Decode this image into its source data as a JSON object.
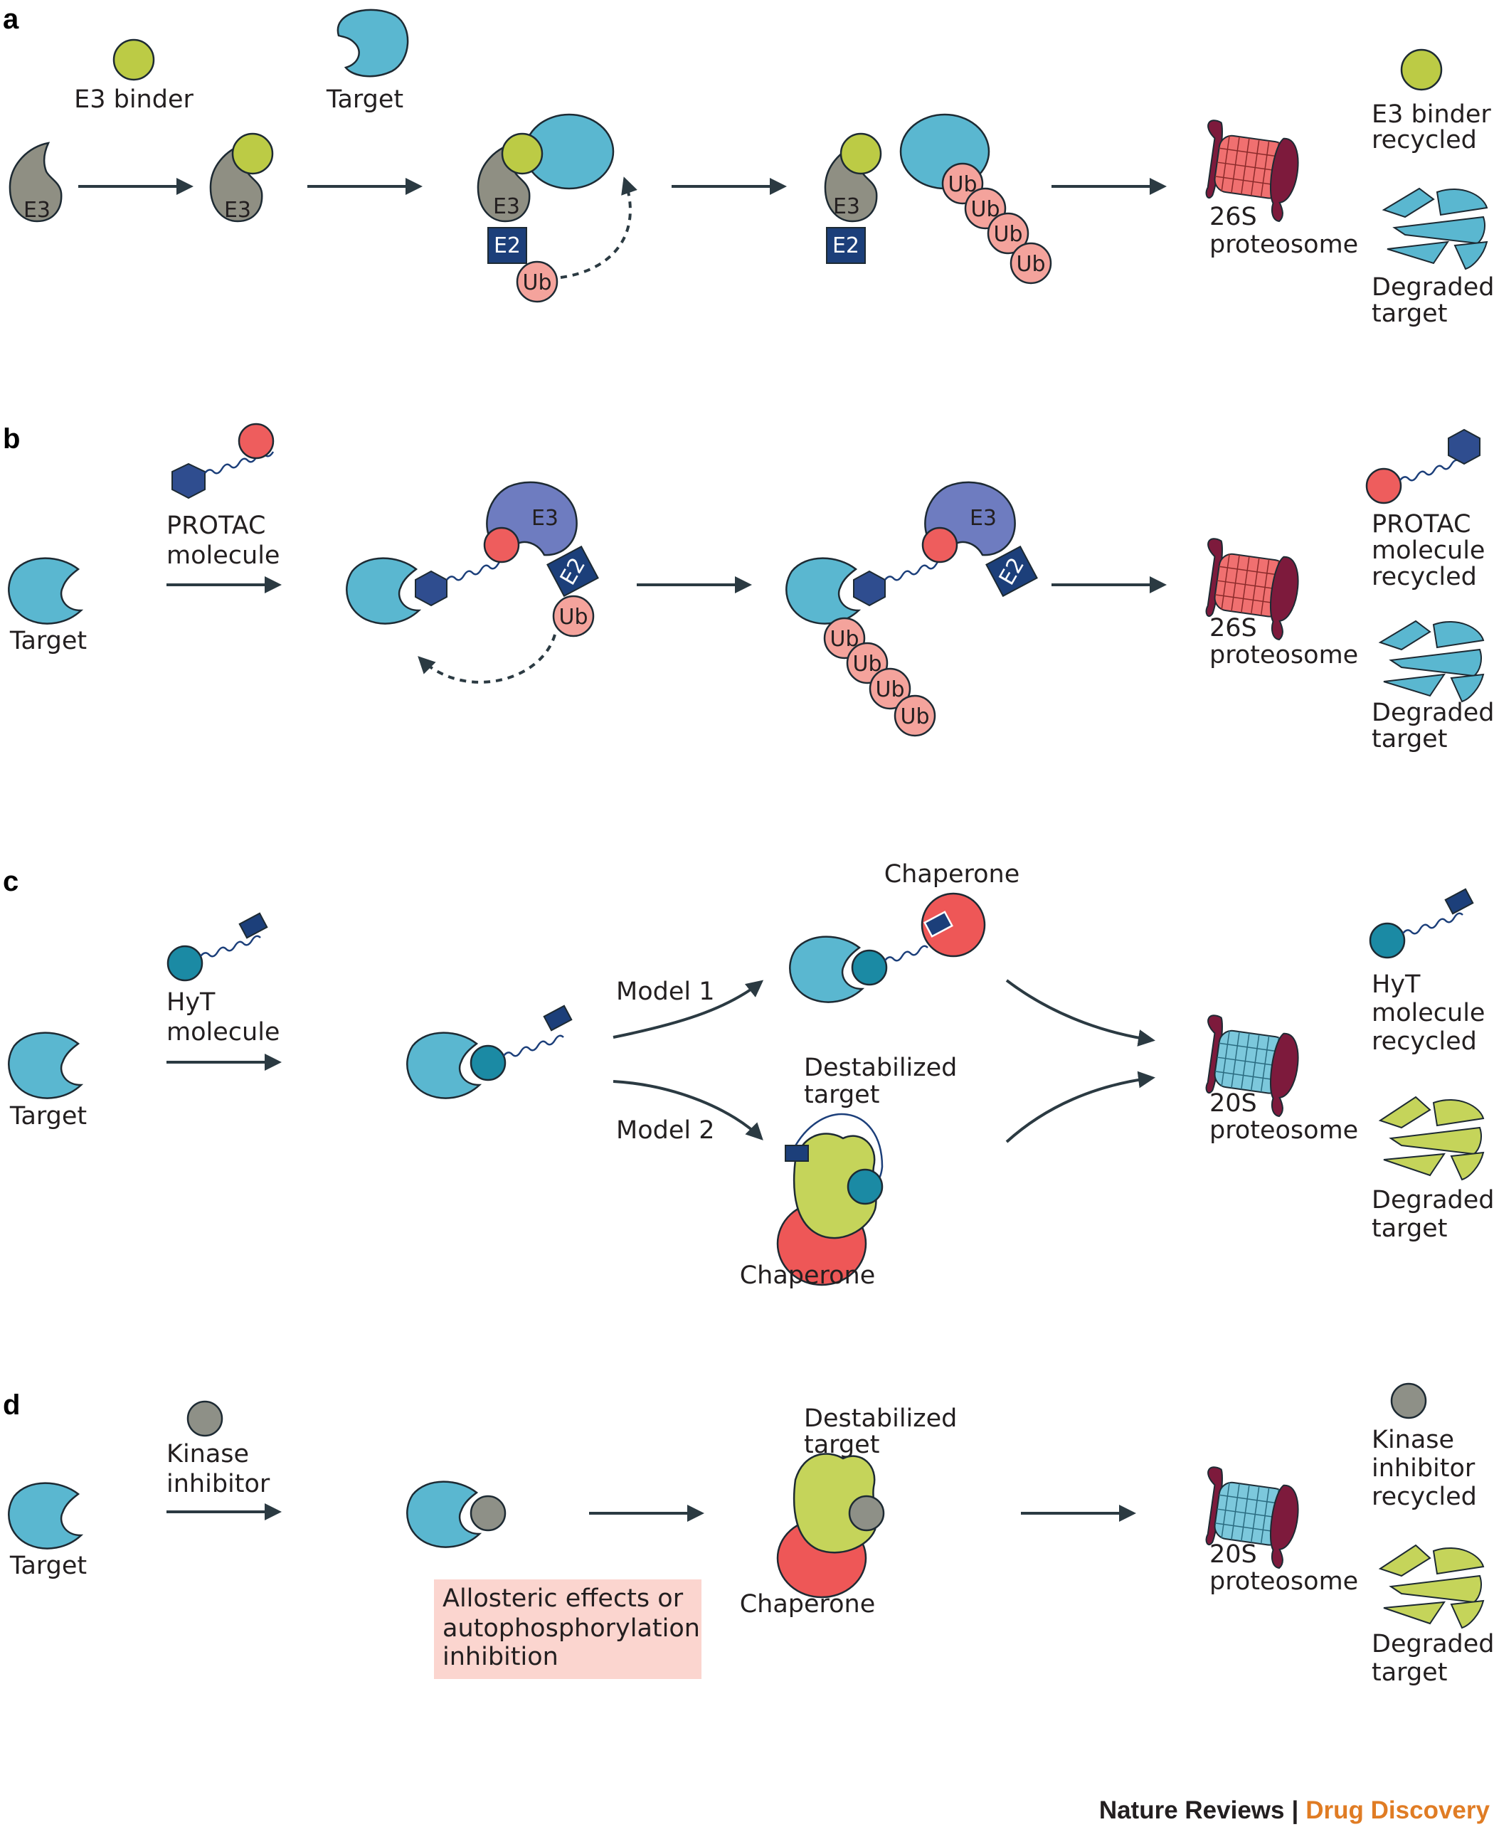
{
  "colors": {
    "target": "#5ab7d0",
    "e3_grey": "#8f8f83",
    "e3_blue": "#6e7cc0",
    "e2": "#1c3f7a",
    "ub": "#f4a39c",
    "e3_binder": "#bccb45",
    "protac_ball": "#ee5d5d",
    "hex": "#2f4d8f",
    "hyt_ball": "#1b8aa4",
    "proteasome_cap": "#7d1a3c",
    "proteasome_26s": "#f07070",
    "proteasome_20s": "#7cc8dc",
    "chaperone": "#ee5757",
    "destabilized": "#c5d45a",
    "inhibitor": "#8e9087",
    "callout_bg": "#fbd5cf",
    "brand_orange": "#e07c24"
  },
  "panels": {
    "a": {
      "letter": "a",
      "e3_binder_label": "E3 binder",
      "target_label": "Target",
      "e3": "E3",
      "e2": "E2",
      "ub": "Ub",
      "proteasome_label_1": "26S",
      "proteasome_label_2": "proteosome",
      "recycled_label_1": "E3 binder",
      "recycled_label_2": "recycled",
      "degraded_label_1": "Degraded",
      "degraded_label_2": "target"
    },
    "b": {
      "letter": "b",
      "target_label": "Target",
      "protac_label_1": "PROTAC",
      "protac_label_2": "molecule",
      "e3": "E3",
      "e2": "E2",
      "ub": "Ub",
      "proteasome_label_1": "26S",
      "proteasome_label_2": "proteosome",
      "recycled_label_1": "PROTAC",
      "recycled_label_2": "molecule",
      "recycled_label_3": "recycled",
      "degraded_label_1": "Degraded",
      "degraded_label_2": "target"
    },
    "c": {
      "letter": "c",
      "target_label": "Target",
      "hyt_label_1": "HyT",
      "hyt_label_2": "molecule",
      "model1": "Model 1",
      "model2": "Model 2",
      "chaperone_top": "Chaperone",
      "destab_1": "Destabilized",
      "destab_2": "target",
      "chaperone_bottom": "Chaperone",
      "proteasome_label_1": "20S",
      "proteasome_label_2": "proteosome",
      "recycled_label_1": "HyT",
      "recycled_label_2": "molecule",
      "recycled_label_3": "recycled",
      "degraded_label_1": "Degraded",
      "degraded_label_2": "target"
    },
    "d": {
      "letter": "d",
      "target_label": "Target",
      "kinase_label_1": "Kinase",
      "kinase_label_2": "inhibitor",
      "callout_1": "Allosteric effects or",
      "callout_2": "autophosphorylation",
      "callout_3": "inhibition",
      "destab_1": "Destabilized",
      "destab_2": "target",
      "chaperone": "Chaperone",
      "proteasome_label_1": "20S",
      "proteasome_label_2": "proteosome",
      "recycled_label_1": "Kinase",
      "recycled_label_2": "inhibitor",
      "recycled_label_3": "recycled",
      "degraded_label_1": "Degraded",
      "degraded_label_2": "target"
    }
  },
  "footer": {
    "journal": "Nature Reviews",
    "separator": "|",
    "section": "Drug Discovery"
  }
}
